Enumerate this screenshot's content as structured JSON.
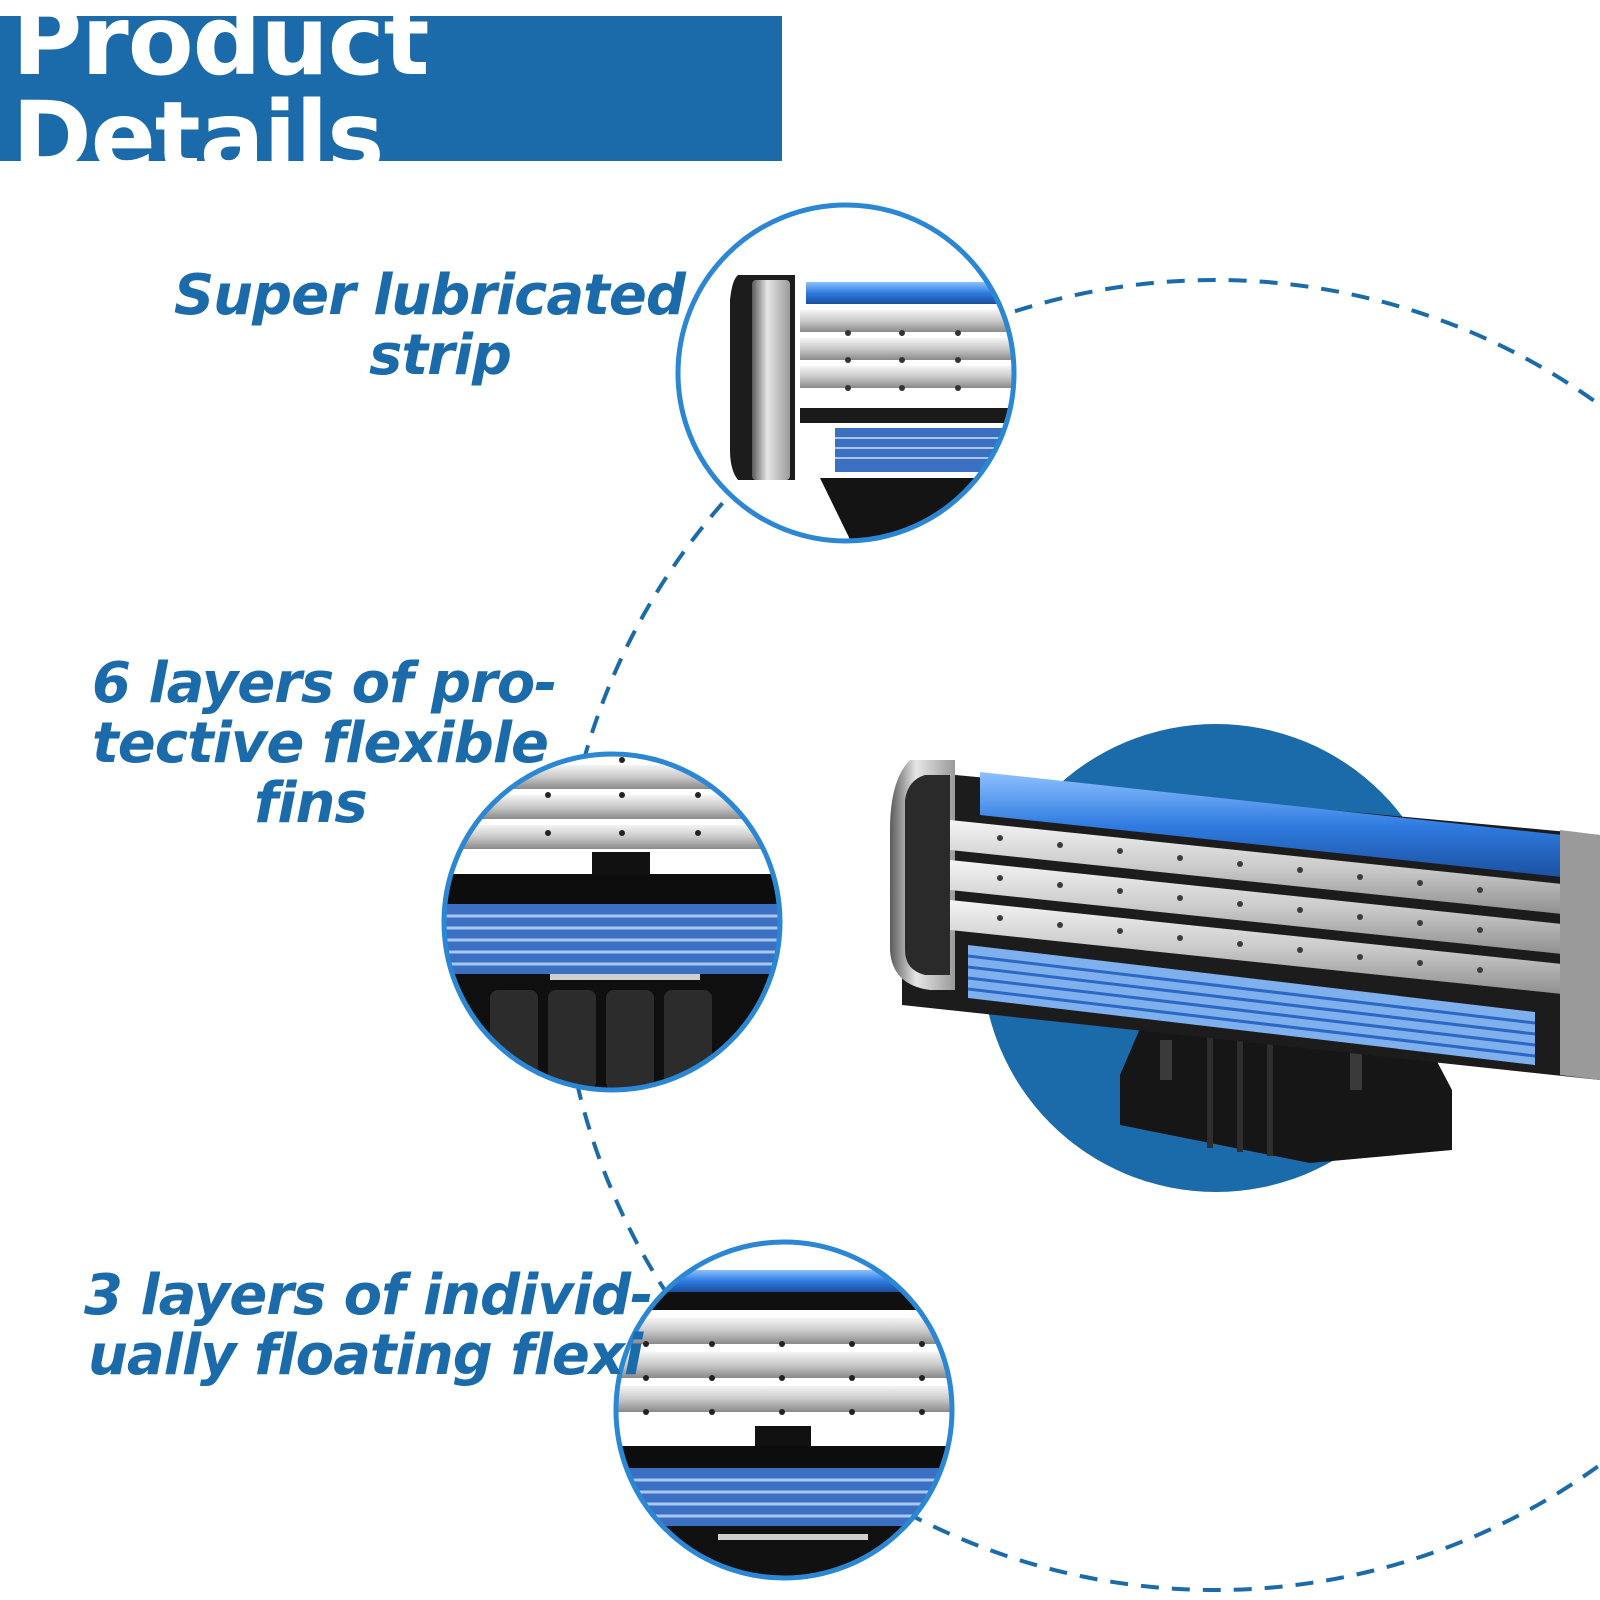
{
  "header": {
    "title": "Product Details"
  },
  "features": [
    {
      "lines": [
        "Super lubricated",
        "strip"
      ]
    },
    {
      "lines": [
        "6 layers of pro-",
        "tective flexible",
        "fins"
      ]
    },
    {
      "lines": [
        "3 layers of individ-",
        "ually floating flexi"
      ]
    }
  ],
  "colors": {
    "brand_blue": "#1b6aaa",
    "ring_blue": "#2b86d3",
    "blade_blue": "#3b6fc2",
    "background": "#ffffff"
  },
  "icons": [
    "razor-cartridge",
    "magnified-detail-circle"
  ]
}
